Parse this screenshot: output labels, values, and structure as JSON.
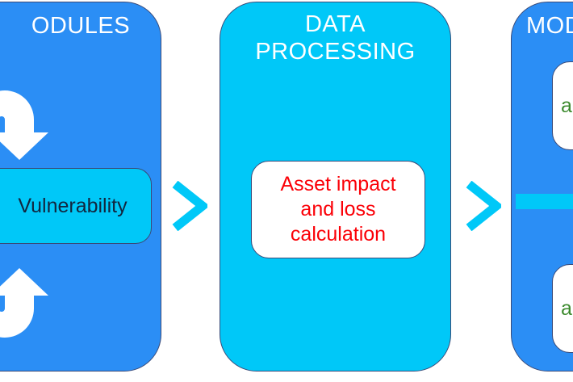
{
  "diagram": {
    "type": "flowchart",
    "background_color": "#ffffff",
    "panels": [
      {
        "id": "modules-left",
        "title": "ODULES",
        "full_title_hint": "MODULES",
        "fill_color": "#2b8ef5",
        "title_color": "#ffffff",
        "cropped": "left",
        "boxes": [
          {
            "id": "vulnerability",
            "label": "Vulnerability",
            "fill_color": "#00c8f8",
            "text_color": "#12263f"
          }
        ],
        "arrows": [
          {
            "id": "loop-arrow-down",
            "direction": "down",
            "color": "#ffffff"
          },
          {
            "id": "loop-arrow-up",
            "direction": "up",
            "color": "#ffffff"
          }
        ]
      },
      {
        "id": "data-processing",
        "title": "DATA\nPROCESSING",
        "fill_color": "#00c8f8",
        "title_color": "#ffffff",
        "cropped": "none",
        "boxes": [
          {
            "id": "asset-impact",
            "label": "Asset impact\nand loss\ncalculation",
            "fill_color": "#ffffff",
            "text_color": "#fb0007"
          }
        ],
        "arrows": []
      },
      {
        "id": "modules-right",
        "title": "MOD",
        "full_title_hint": "MODULES",
        "fill_color": "#2b8ef5",
        "title_color": "#ffffff",
        "cropped": "right",
        "boxes": [
          {
            "id": "right-top",
            "label": "a",
            "fill_color": "#ffffff",
            "text_color": "#3c8a2e"
          },
          {
            "id": "right-bottom",
            "label": "a",
            "fill_color": "#ffffff",
            "text_color": "#3c8a2e"
          }
        ],
        "bar": {
          "id": "right-panel-bar",
          "color": "#00c8f8"
        },
        "arrows": []
      }
    ],
    "connectors": [
      {
        "id": "chevron-1",
        "shape": "chevron-right",
        "color": "#00c8f8"
      },
      {
        "id": "chevron-2",
        "shape": "chevron-right",
        "color": "#00c8f8"
      }
    ]
  }
}
